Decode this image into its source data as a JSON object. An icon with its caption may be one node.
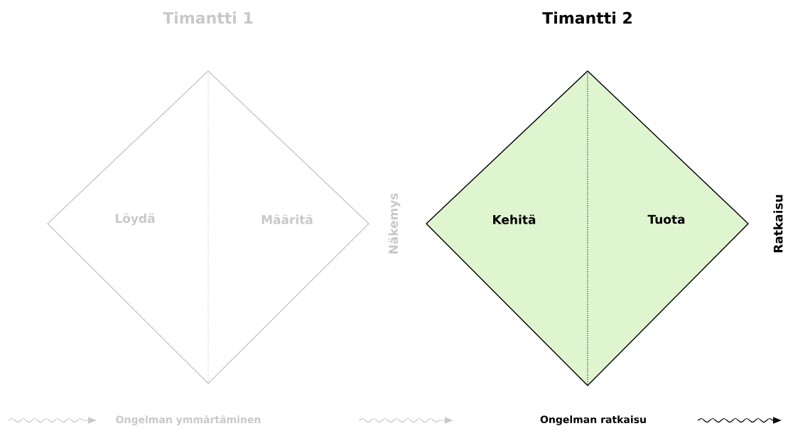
{
  "diagram": {
    "nodes": [
      {
        "text": [
          "Timantti 1"
        ]
      },
      {
        "text": [
          "Löydä"
        ],
        "in": 0
      },
      {
        "text": [
          "Määritä"
        ],
        "in": 0
      },
      {
        "text": [
          "Timantti 2"
        ]
      },
      {
        "text": [
          "Kehitä"
        ],
        "in": 3
      },
      {
        "text": [
          "Tuota"
        ],
        "in": 3
      }
    ],
    "edges": [],
    "labels": [
      "Näkemys",
      "Ratkaisu",
      "Ongelman ymmärtäminen",
      "Ongelman ratkaisu"
    ]
  }
}
